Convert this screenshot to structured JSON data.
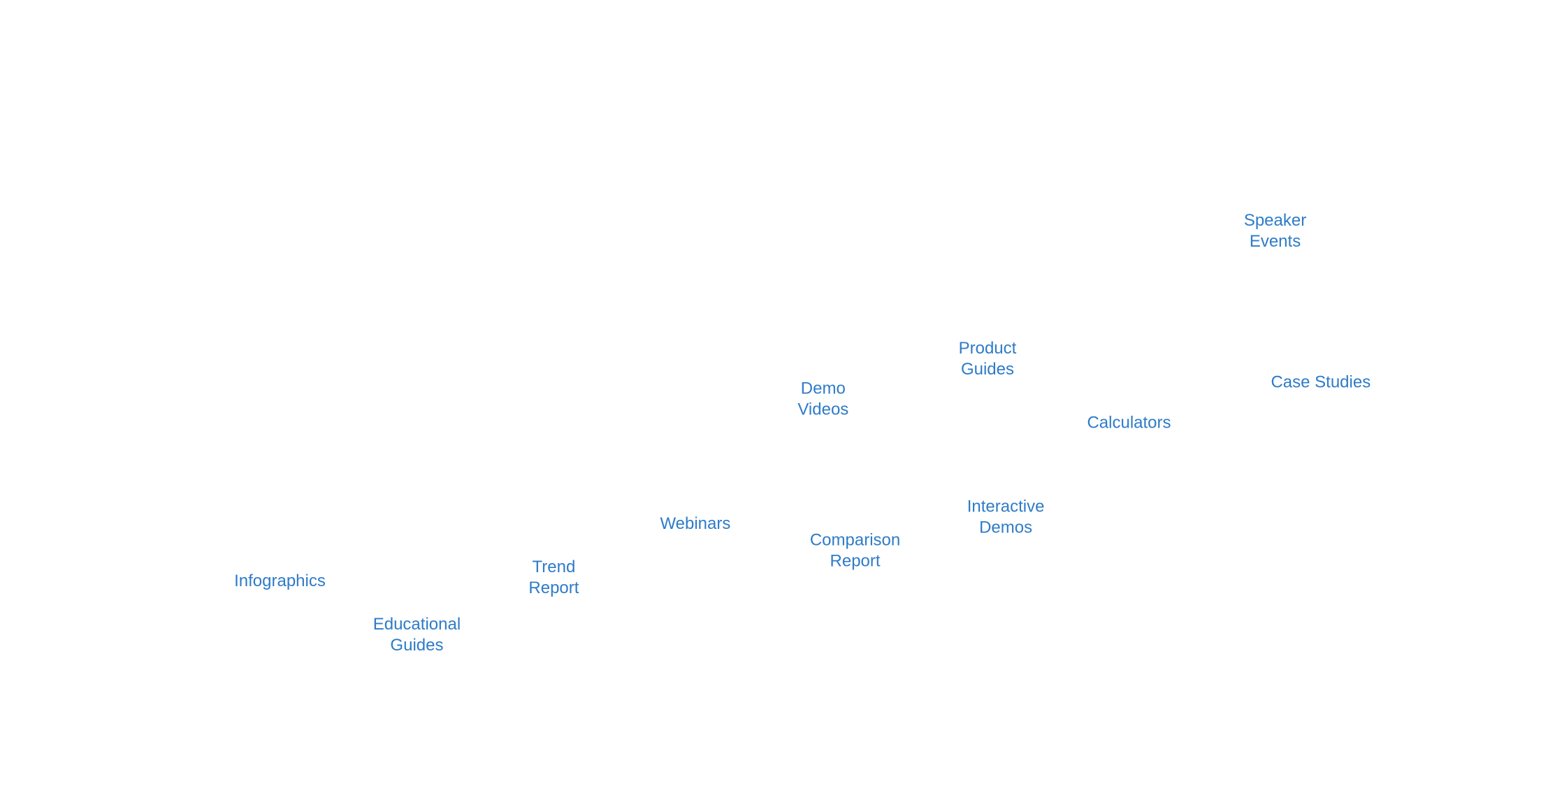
{
  "chart_data": {
    "type": "scatter",
    "title": "",
    "xlabel": "",
    "ylabel": "",
    "label_color": "#2e7bc8",
    "grid": false,
    "legend": "none",
    "points": [
      {
        "label": [
          "Speaker",
          "Events"
        ],
        "x": 13.2,
        "y": 8.2
      },
      {
        "label": [
          "Product",
          "Guides"
        ],
        "x": 10.05,
        "y": 6.3
      },
      {
        "label": [
          "Case Studies"
        ],
        "x": 13.7,
        "y": 5.95
      },
      {
        "label": [
          "Demo",
          "Videos"
        ],
        "x": 8.25,
        "y": 5.7
      },
      {
        "label": [
          "Calculators"
        ],
        "x": 11.6,
        "y": 5.35
      },
      {
        "label": [
          "Interactive",
          "Demos"
        ],
        "x": 10.25,
        "y": 3.95
      },
      {
        "label": [
          "Webinars"
        ],
        "x": 6.85,
        "y": 3.85
      },
      {
        "label": [
          "Comparison",
          "Report"
        ],
        "x": 8.6,
        "y": 3.45
      },
      {
        "label": [
          "Trend",
          "Report"
        ],
        "x": 5.3,
        "y": 3.05
      },
      {
        "label": [
          "Infographics"
        ],
        "x": 2.3,
        "y": 3.0
      },
      {
        "label": [
          "Educational",
          "Guides"
        ],
        "x": 3.8,
        "y": 2.2
      }
    ],
    "xlim": [
      0,
      15.5
    ],
    "ylim": [
      0,
      11
    ]
  }
}
